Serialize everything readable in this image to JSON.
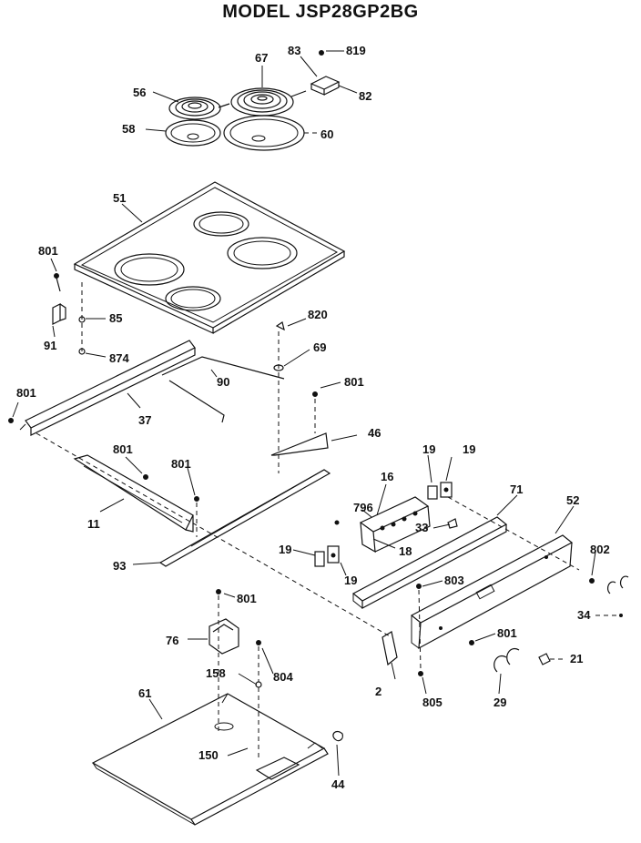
{
  "title": "MODEL JSP28GP2BG",
  "callouts": {
    "c56": "56",
    "c67": "67",
    "c83": "83",
    "c819": "819",
    "c82": "82",
    "c58": "58",
    "c60": "60",
    "c51": "51",
    "c801a": "801",
    "c85": "85",
    "c91": "91",
    "c874": "874",
    "c820": "820",
    "c69": "69",
    "c90": "90",
    "c801b": "801",
    "c801c": "801",
    "c37": "37",
    "c46": "46",
    "c801d": "801",
    "c801e": "801",
    "c11": "11",
    "c93": "93",
    "c19a": "19",
    "c19b": "19",
    "c16": "16",
    "c796": "796",
    "c33": "33",
    "c71": "71",
    "c52": "52",
    "c18": "18",
    "c19c": "19",
    "c19d": "19",
    "c802": "802",
    "c803": "803",
    "c801f": "801",
    "c34": "34",
    "c76": "76",
    "c804": "804",
    "c158": "158",
    "c801g": "801",
    "c2": "2",
    "c805": "805",
    "c29": "29",
    "c21": "21",
    "c61": "61",
    "c150": "150",
    "c44": "44"
  }
}
